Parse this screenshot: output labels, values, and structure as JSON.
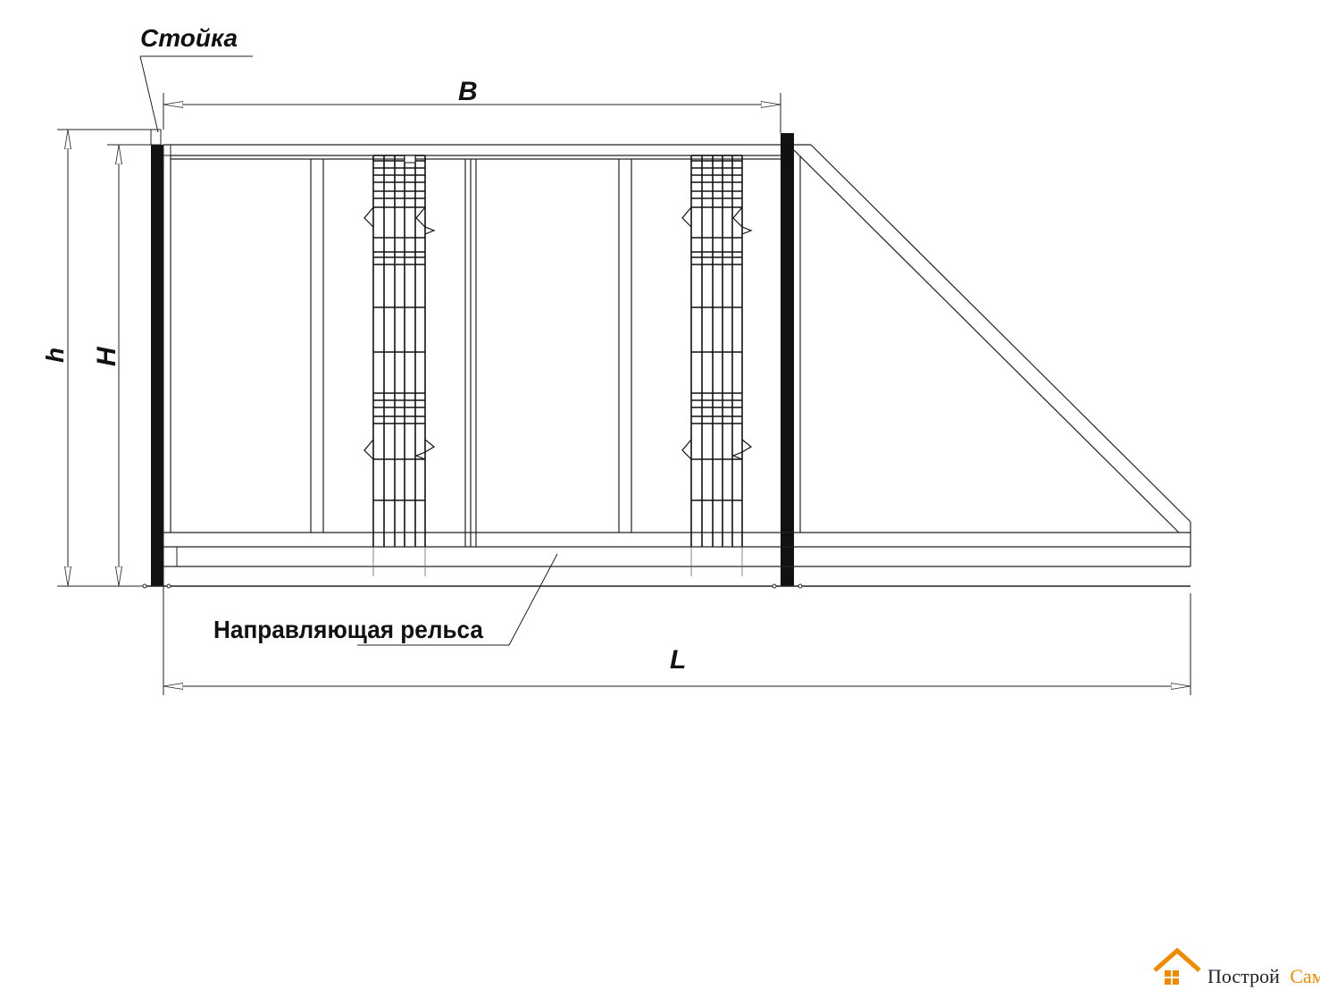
{
  "labels": {
    "post": "Стойка",
    "width": "B",
    "overall_height": "h",
    "gate_height": "H",
    "rail": "Направляющая рельса",
    "length": "L"
  },
  "logo": {
    "word1": "Построй",
    "word2": "Сам",
    "color_primary": "#f08a00",
    "color_text": "#222222"
  },
  "colors": {
    "line": "#222222",
    "post_fill": "#111111"
  }
}
